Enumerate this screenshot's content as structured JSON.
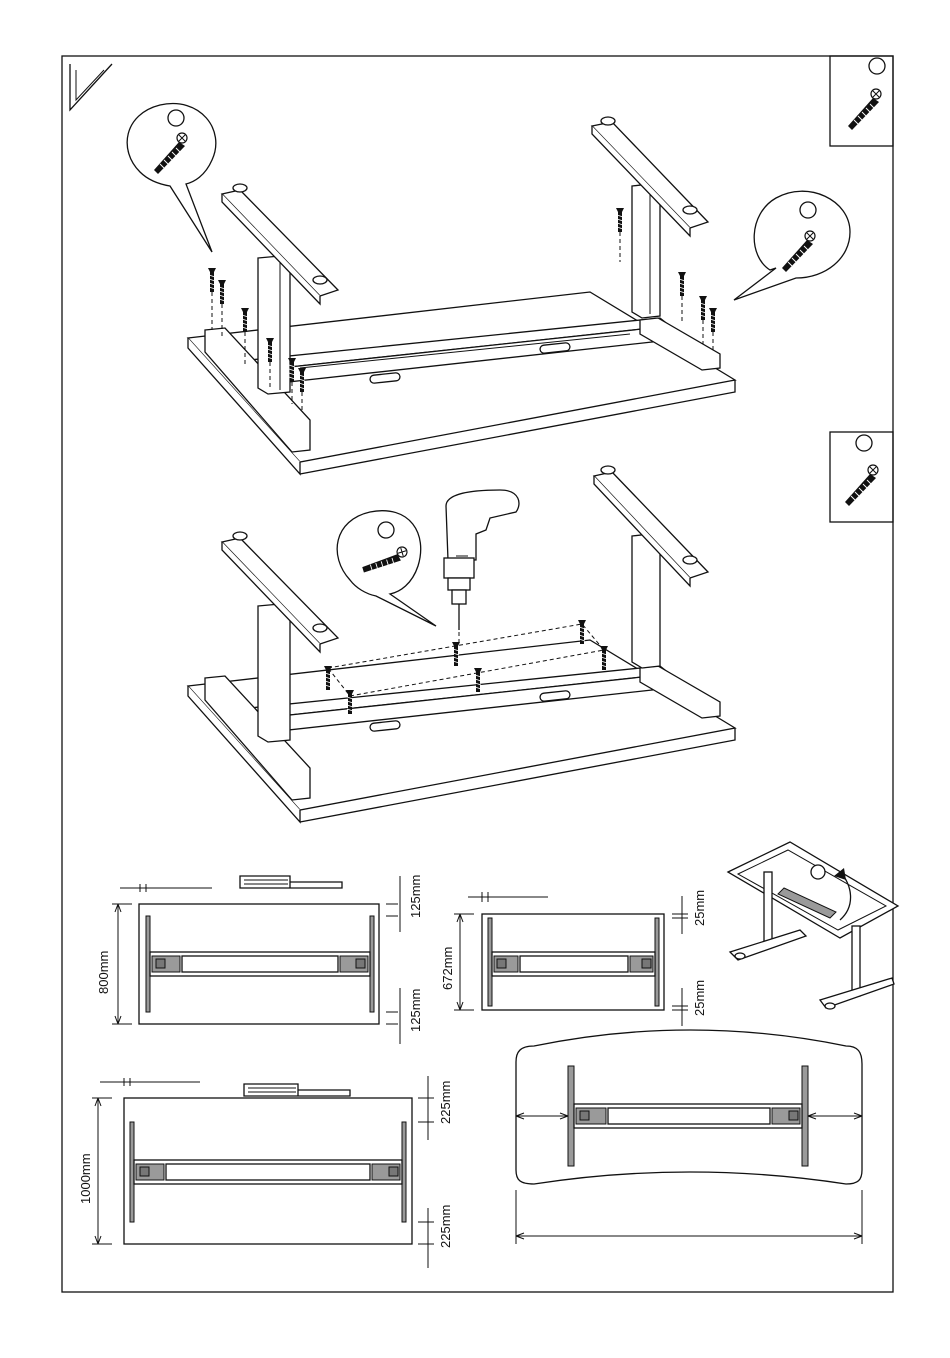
{
  "step": {
    "screw_counts": [
      "",
      "",
      "",
      ""
    ]
  },
  "dimensions": {
    "d800_height": "800mm",
    "d800_offset_top": "125mm",
    "d800_offset_bottom": "125mm",
    "d672_height": "672mm",
    "d672_offset_top": "25mm",
    "d672_offset_bottom": "25mm",
    "d1000_height": "1000mm",
    "d1000_offset_top": "225mm",
    "d1000_offset_bottom": "225mm"
  }
}
